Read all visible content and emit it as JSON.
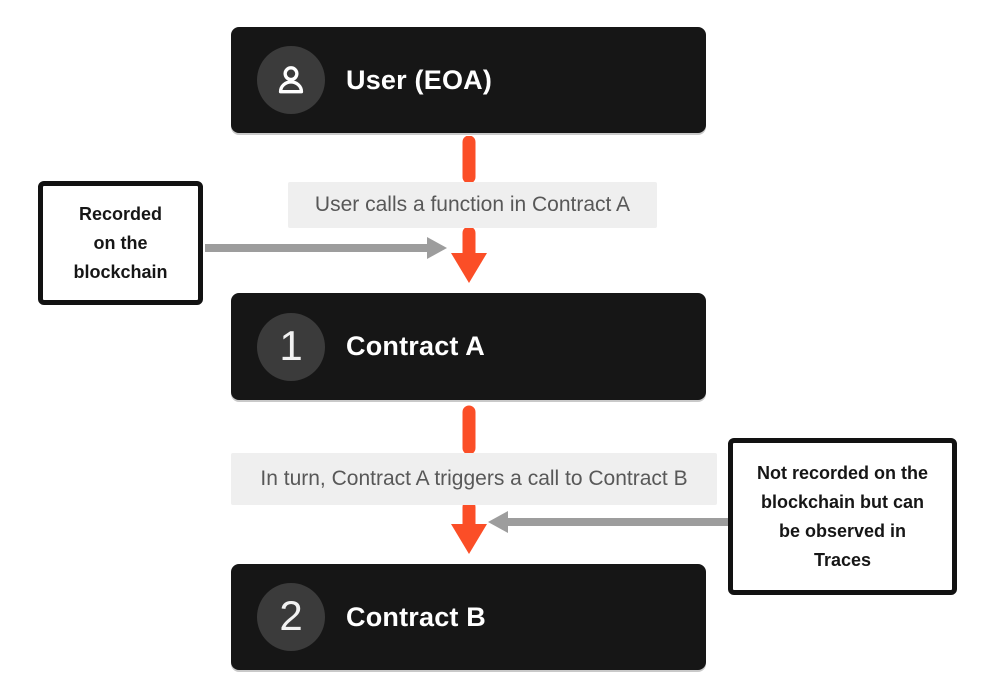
{
  "diagram": {
    "nodes": {
      "user": {
        "title": "User (EOA)",
        "icon": "person-icon"
      },
      "contract_a": {
        "number": "1",
        "title": "Contract A"
      },
      "contract_b": {
        "number": "2",
        "title": "Contract B"
      }
    },
    "flow_labels": {
      "call_1": "User calls a function in Contract A",
      "call_2": "In turn, Contract A triggers a call to Contract B"
    },
    "notes": {
      "recorded": {
        "lines": [
          "Recorded",
          "on the",
          "blockchain"
        ]
      },
      "not_recorded": {
        "lines": [
          "Not recorded on the",
          "blockchain but can",
          "be observed in",
          "Traces"
        ]
      }
    },
    "colors": {
      "arrow_orange": "#fb4e27",
      "arrow_grey": "#9d9d9d",
      "node_background": "#161616",
      "node_badge": "#3b3b3b",
      "label_background": "#efefef",
      "label_text": "#585858",
      "note_border": "#121212",
      "note_text": "#161616",
      "page_background": "#ffffff"
    }
  }
}
